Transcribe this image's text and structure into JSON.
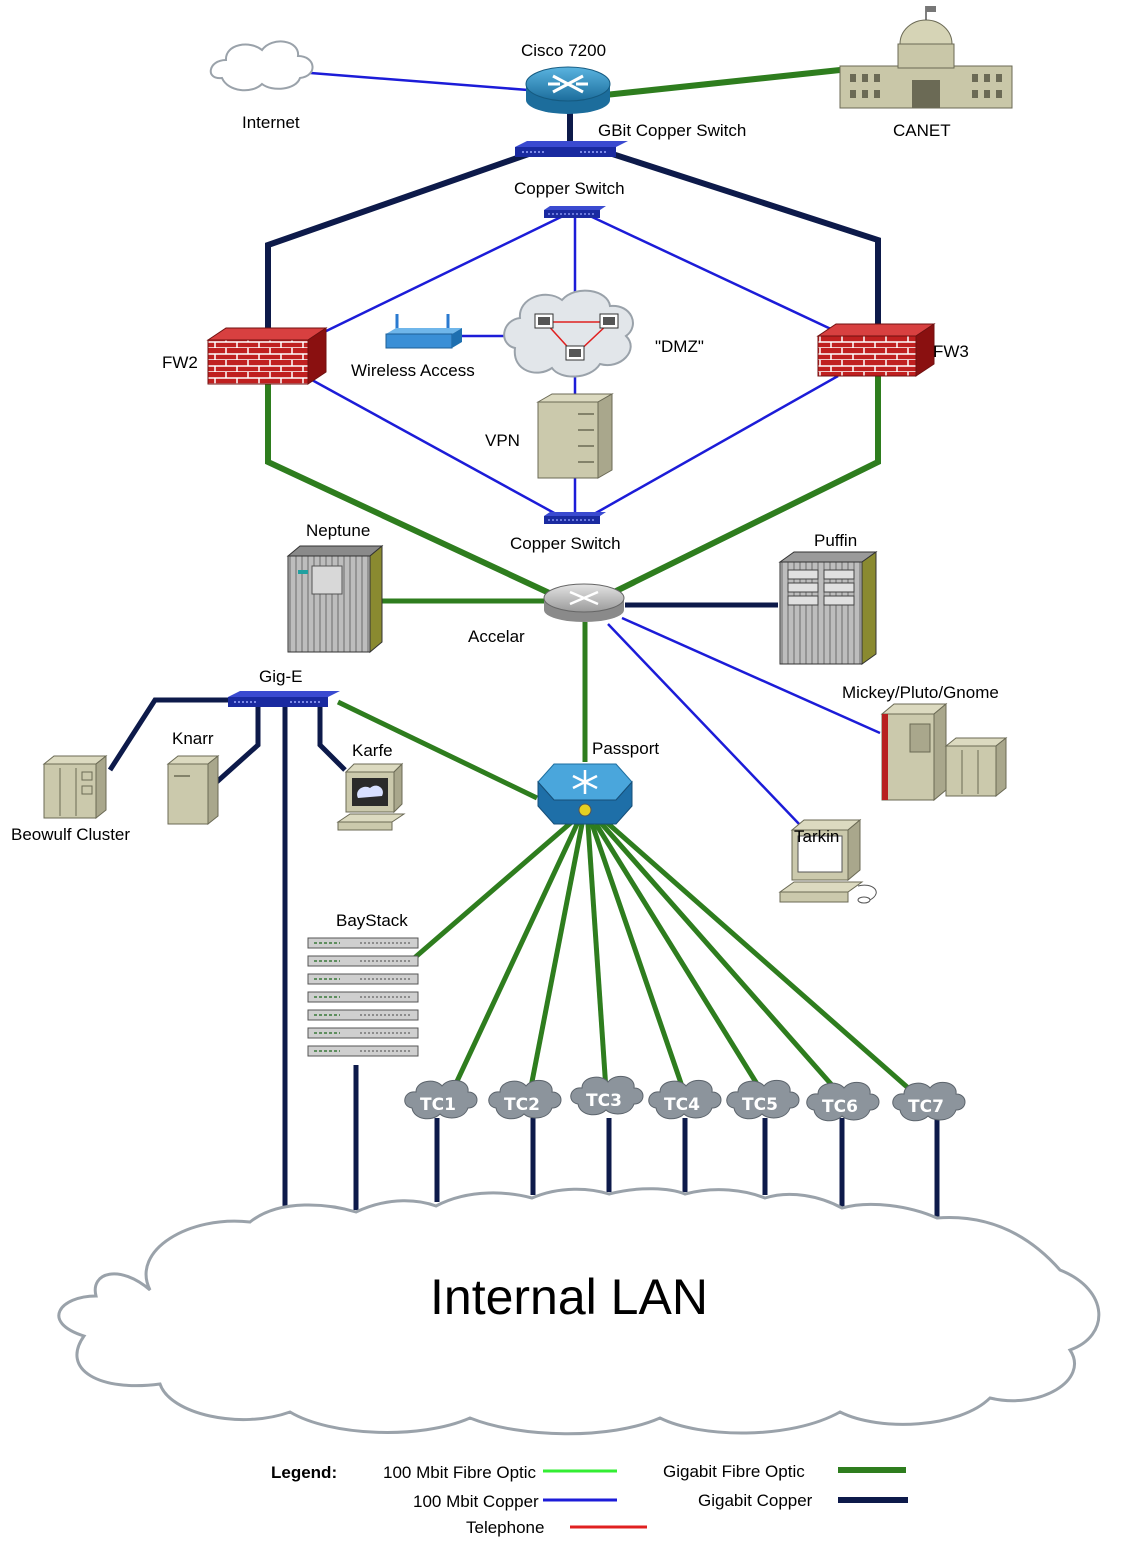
{
  "nodes": {
    "cisco": "Cisco 7200",
    "internet": "Internet",
    "canet": "CANET",
    "gbit_switch": "GBit Copper Switch",
    "copper_switch_top": "Copper Switch",
    "dmz": "\"DMZ\"",
    "wireless": "Wireless Access",
    "vpn": "VPN",
    "fw2": "FW2",
    "fw3": "FW3",
    "copper_switch_bottom": "Copper Switch",
    "neptune": "Neptune",
    "puffin": "Puffin",
    "accelar": "Accelar",
    "gige": "Gig-E",
    "mickey": "Mickey/Pluto/Gnome",
    "passport": "Passport",
    "knarr": "Knarr",
    "karfe": "Karfe",
    "beowulf": "Beowulf Cluster",
    "tarkin": "Tarkin",
    "baystack": "BayStack",
    "internal_lan": "Internal LAN"
  },
  "tc_clouds": [
    "TC1",
    "TC2",
    "TC3",
    "TC4",
    "TC5",
    "TC6",
    "TC7"
  ],
  "legend": {
    "title": "Legend:",
    "fibre100": "100 Mbit Fibre Optic",
    "copper100": "100 Mbit Copper",
    "telephone": "Telephone",
    "gigfibre": "Gigabit Fibre Optic",
    "gigcopper": "Gigabit Copper"
  },
  "colors": {
    "gigabit_fibre": "#2e7d1e",
    "gigabit_copper": "#0d1a4a",
    "copper_100": "#1c1cd8",
    "fibre_100": "#33ee33",
    "telephone": "#e02020",
    "firewall": "#b01818",
    "cloud_tc": "#8c949c"
  }
}
